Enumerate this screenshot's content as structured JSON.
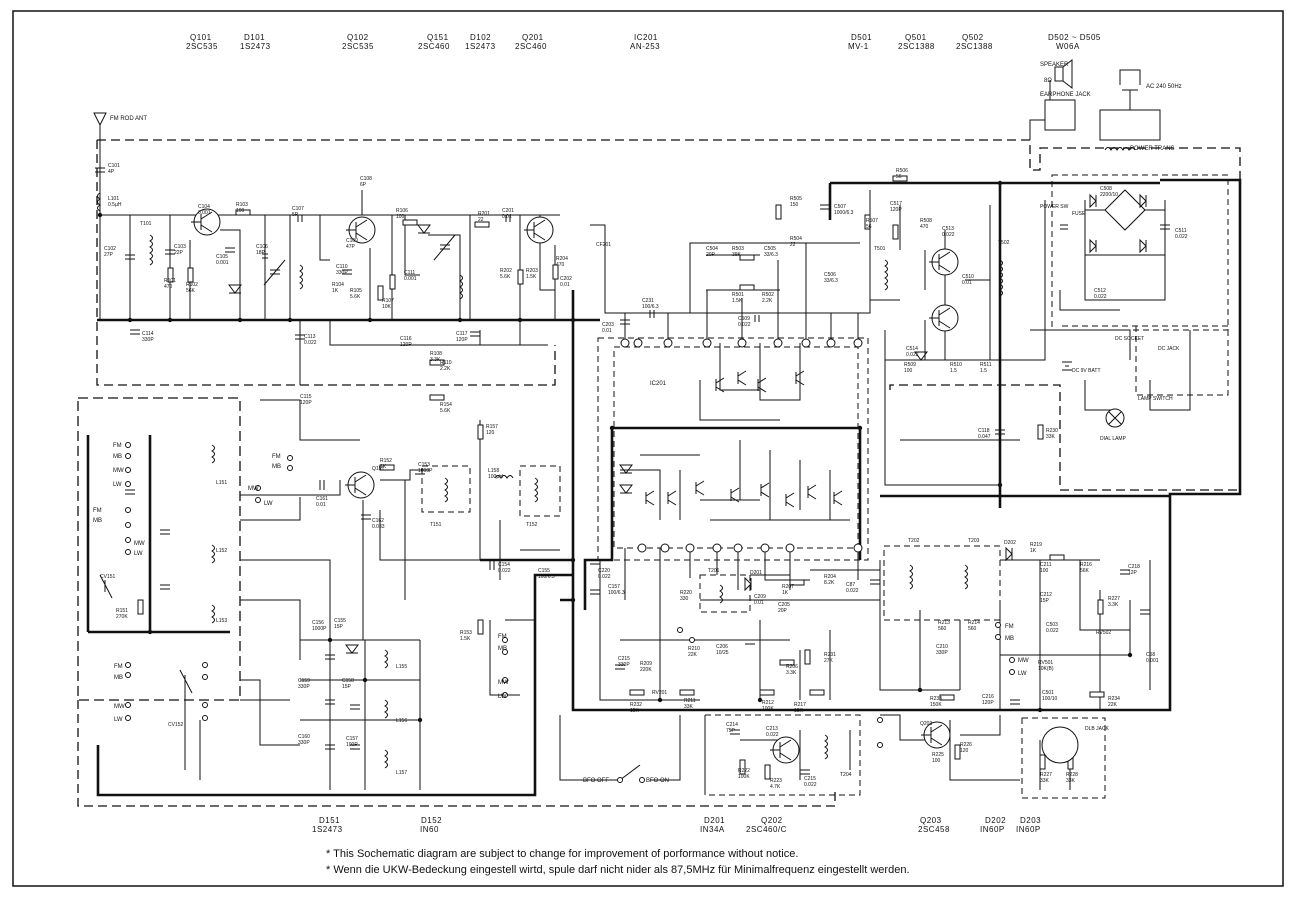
{
  "header_parts": [
    {
      "ref": "Q101",
      "type": "2SC535"
    },
    {
      "ref": "D101",
      "type": "1S2473"
    },
    {
      "ref": "Q102",
      "type": "2SC535"
    },
    {
      "ref": "Q151",
      "type": "2SC460"
    },
    {
      "ref": "D102",
      "type": "1S2473"
    },
    {
      "ref": "Q201",
      "type": "2SC460"
    },
    {
      "ref": "IC201",
      "type": "AN-253"
    },
    {
      "ref": "D501",
      "type": "MV-1"
    },
    {
      "ref": "Q501",
      "type": "2SC1388"
    },
    {
      "ref": "Q502",
      "type": "2SC1388"
    },
    {
      "ref": "D502 ~ D505",
      "type": "W06A"
    }
  ],
  "footer_parts": [
    {
      "ref": "D151",
      "type": "1S2473"
    },
    {
      "ref": "D152",
      "type": "IN60"
    },
    {
      "ref": "D201",
      "type": "IN34A"
    },
    {
      "ref": "Q202",
      "type": "2SC460/C"
    },
    {
      "ref": "Q203",
      "type": "2SC458"
    },
    {
      "ref": "D202",
      "type": "IN60P"
    },
    {
      "ref": "D203",
      "type": "IN60P"
    }
  ],
  "notes": [
    "* This Sochematic diagram are subject to change for improvement of porformance without notice.",
    "* Wenn die UKW-Bedeckung eingestell wirtd, spule darf nicht  nider als 87,5MHz für Minimalfrequenz eingestellt werden."
  ],
  "top_right": {
    "speaker": "SPEAKER",
    "speaker_impedance": "8Ω",
    "ac_input": "AC 240 50Hz",
    "earphone_jack": "EARPHONE JACK",
    "power_trans": "POWER TRANS",
    "power_sw": "POWER SW",
    "fuse": "FUSE",
    "dc_socket": "DC SOCKET",
    "dc_jack": "DC JACK",
    "battery": "DC 9V BATT",
    "lamp_switch": "LAMP SWITCH",
    "dial_lamp": "DIAL LAMP",
    "dlb_jack": "DLB JACK"
  },
  "antenna": "FM ROD ANT",
  "ic_label": "IC201",
  "bfo_off": "BFO OFF",
  "bfo_on": "BFO ON",
  "band_fm": "FM",
  "band_mb": "MB",
  "band_mw": "MW",
  "band_lw": "LW",
  "components": [
    {
      "ref": "C101",
      "value": "4P"
    },
    {
      "ref": "L101",
      "value": "0.5µH"
    },
    {
      "ref": "T101",
      "value": ""
    },
    {
      "ref": "C102",
      "value": "27P"
    },
    {
      "ref": "C103",
      "value": "22P"
    },
    {
      "ref": "R101",
      "value": "470"
    },
    {
      "ref": "R102",
      "value": "56K"
    },
    {
      "ref": "C104",
      "value": "0.001"
    },
    {
      "ref": "R103",
      "value": "100"
    },
    {
      "ref": "C105",
      "value": "0.001"
    },
    {
      "ref": "C106",
      "value": "18P"
    },
    {
      "ref": "C107",
      "value": "5P"
    },
    {
      "ref": "C108",
      "value": "6P"
    },
    {
      "ref": "C109",
      "value": "47P"
    },
    {
      "ref": "C110",
      "value": "330P"
    },
    {
      "ref": "R104",
      "value": "1K"
    },
    {
      "ref": "R105",
      "value": "5.6K"
    },
    {
      "ref": "R106",
      "value": "100"
    },
    {
      "ref": "R107",
      "value": "10K"
    },
    {
      "ref": "C111",
      "value": "0.001"
    },
    {
      "ref": "C114",
      "value": "330P"
    },
    {
      "ref": "C113",
      "value": "0.022"
    },
    {
      "ref": "C115",
      "value": "120P"
    },
    {
      "ref": "C116",
      "value": "120P"
    },
    {
      "ref": "C117",
      "value": "120P"
    },
    {
      "ref": "R108",
      "value": "3.3K"
    },
    {
      "ref": "R110",
      "value": "2.2K"
    },
    {
      "ref": "R154",
      "value": "5.6K"
    },
    {
      "ref": "R157",
      "value": "120"
    },
    {
      "ref": "R201",
      "value": "22"
    },
    {
      "ref": "C201",
      "value": "0.01"
    },
    {
      "ref": "R202",
      "value": "5.6K"
    },
    {
      "ref": "R203",
      "value": "1.5K"
    },
    {
      "ref": "R204",
      "value": "470"
    },
    {
      "ref": "C202",
      "value": "0.01"
    },
    {
      "ref": "CF201",
      "value": ""
    },
    {
      "ref": "C231",
      "value": "100/6.3"
    },
    {
      "ref": "C203",
      "value": "0.01"
    },
    {
      "ref": "C509",
      "value": "0.022"
    },
    {
      "ref": "C504",
      "value": "20P"
    },
    {
      "ref": "R503",
      "value": "39K"
    },
    {
      "ref": "C505",
      "value": "33/6.3"
    },
    {
      "ref": "R501",
      "value": "1.5K"
    },
    {
      "ref": "R502",
      "value": "2.2K"
    },
    {
      "ref": "R504",
      "value": "22"
    },
    {
      "ref": "C506",
      "value": "33/6.3"
    },
    {
      "ref": "R505",
      "value": "150"
    },
    {
      "ref": "C507",
      "value": "1000/6.3"
    },
    {
      "ref": "R506",
      "value": "56"
    },
    {
      "ref": "C517",
      "value": "120P"
    },
    {
      "ref": "R507",
      "value": "56"
    },
    {
      "ref": "R508",
      "value": "470"
    },
    {
      "ref": "C513",
      "value": "0.022"
    },
    {
      "ref": "T501",
      "value": ""
    },
    {
      "ref": "T502",
      "value": ""
    },
    {
      "ref": "C510",
      "value": "0.01"
    },
    {
      "ref": "C514",
      "value": "0.022"
    },
    {
      "ref": "R509",
      "value": "100"
    },
    {
      "ref": "R510",
      "value": "1.5"
    },
    {
      "ref": "R511",
      "value": "1.5"
    },
    {
      "ref": "C508",
      "value": "2200/10"
    },
    {
      "ref": "C511",
      "value": "0.022"
    },
    {
      "ref": "C512",
      "value": "0.022"
    },
    {
      "ref": "C118",
      "value": "0.047"
    },
    {
      "ref": "R230",
      "value": "33K"
    },
    {
      "ref": "Q151",
      "value": ""
    },
    {
      "ref": "R152",
      "value": "1K"
    },
    {
      "ref": "C161",
      "value": "0.01"
    },
    {
      "ref": "C162",
      "value": "0.033"
    },
    {
      "ref": "C153",
      "value": "1000P"
    },
    {
      "ref": "L158",
      "value": "100µH"
    },
    {
      "ref": "T151",
      "value": ""
    },
    {
      "ref": "T152",
      "value": ""
    },
    {
      "ref": "C154",
      "value": "0.022"
    },
    {
      "ref": "C155",
      "value": "100/6.3"
    },
    {
      "ref": "R153",
      "value": "1.5K"
    },
    {
      "ref": "R151",
      "value": "270K"
    },
    {
      "ref": "C220",
      "value": "0.022"
    },
    {
      "ref": "C157",
      "value": "100/6.3"
    },
    {
      "ref": "T201",
      "value": ""
    },
    {
      "ref": "R220",
      "value": "330"
    },
    {
      "ref": "D201",
      "value": ""
    },
    {
      "ref": "R207",
      "value": "1K"
    },
    {
      "ref": "C209",
      "value": "0.01"
    },
    {
      "ref": "C205",
      "value": "20P"
    },
    {
      "ref": "R204b",
      "value": "8.2K"
    },
    {
      "ref": "C87",
      "value": "0.022"
    },
    {
      "ref": "R206",
      "value": "3.3K"
    },
    {
      "ref": "R231",
      "value": "27K"
    },
    {
      "ref": "C206",
      "value": "10/25"
    },
    {
      "ref": "R209",
      "value": "220K"
    },
    {
      "ref": "R210",
      "value": "22K"
    },
    {
      "ref": "C215",
      "value": "330P"
    },
    {
      "ref": "R232",
      "value": "15K"
    },
    {
      "ref": "RV201",
      "value": ""
    },
    {
      "ref": "R211",
      "value": "33K"
    },
    {
      "ref": "R212",
      "value": "100K"
    },
    {
      "ref": "R217",
      "value": "15K"
    },
    {
      "ref": "T202",
      "value": ""
    },
    {
      "ref": "T203",
      "value": ""
    },
    {
      "ref": "D202",
      "value": ""
    },
    {
      "ref": "R219",
      "value": "1K"
    },
    {
      "ref": "C211",
      "value": "100"
    },
    {
      "ref": "R216",
      "value": "56K"
    },
    {
      "ref": "C218",
      "value": "12P"
    },
    {
      "ref": "C212",
      "value": "15P"
    },
    {
      "ref": "R227",
      "value": "3.3K"
    },
    {
      "ref": "R213",
      "value": "560"
    },
    {
      "ref": "R214",
      "value": "560"
    },
    {
      "ref": "C210",
      "value": "330P"
    },
    {
      "ref": "C503",
      "value": "0.022"
    },
    {
      "ref": "RV502",
      "value": ""
    },
    {
      "ref": "RV501",
      "value": "10K(B)"
    },
    {
      "ref": "C58",
      "value": "0.001"
    },
    {
      "ref": "R233",
      "value": "150K"
    },
    {
      "ref": "C216",
      "value": "120P"
    },
    {
      "ref": "C501",
      "value": "100/10"
    },
    {
      "ref": "R234",
      "value": "22K"
    },
    {
      "ref": "C214",
      "value": "75P"
    },
    {
      "ref": "C213",
      "value": "0.022"
    },
    {
      "ref": "R222",
      "value": "100K"
    },
    {
      "ref": "R223",
      "value": "4.7K"
    },
    {
      "ref": "C215b",
      "value": "0.022"
    },
    {
      "ref": "T204",
      "value": ""
    },
    {
      "ref": "Q203",
      "value": ""
    },
    {
      "ref": "R225",
      "value": "100"
    },
    {
      "ref": "R226",
      "value": "120"
    },
    {
      "ref": "R227b",
      "value": "33K"
    },
    {
      "ref": "R228",
      "value": "33K"
    },
    {
      "ref": "C156",
      "value": "1000P"
    },
    {
      "ref": "C155b",
      "value": "15P"
    },
    {
      "ref": "C158",
      "value": "15P"
    },
    {
      "ref": "C159",
      "value": "330P"
    },
    {
      "ref": "C160",
      "value": "330P"
    },
    {
      "ref": "C157b",
      "value": "100P"
    },
    {
      "ref": "L155",
      "value": ""
    },
    {
      "ref": "L156",
      "value": ""
    },
    {
      "ref": "L157",
      "value": ""
    },
    {
      "ref": "CV151",
      "value": ""
    },
    {
      "ref": "CV152",
      "value": ""
    },
    {
      "ref": "L151",
      "value": ""
    },
    {
      "ref": "L152",
      "value": ""
    },
    {
      "ref": "L153",
      "value": ""
    }
  ]
}
